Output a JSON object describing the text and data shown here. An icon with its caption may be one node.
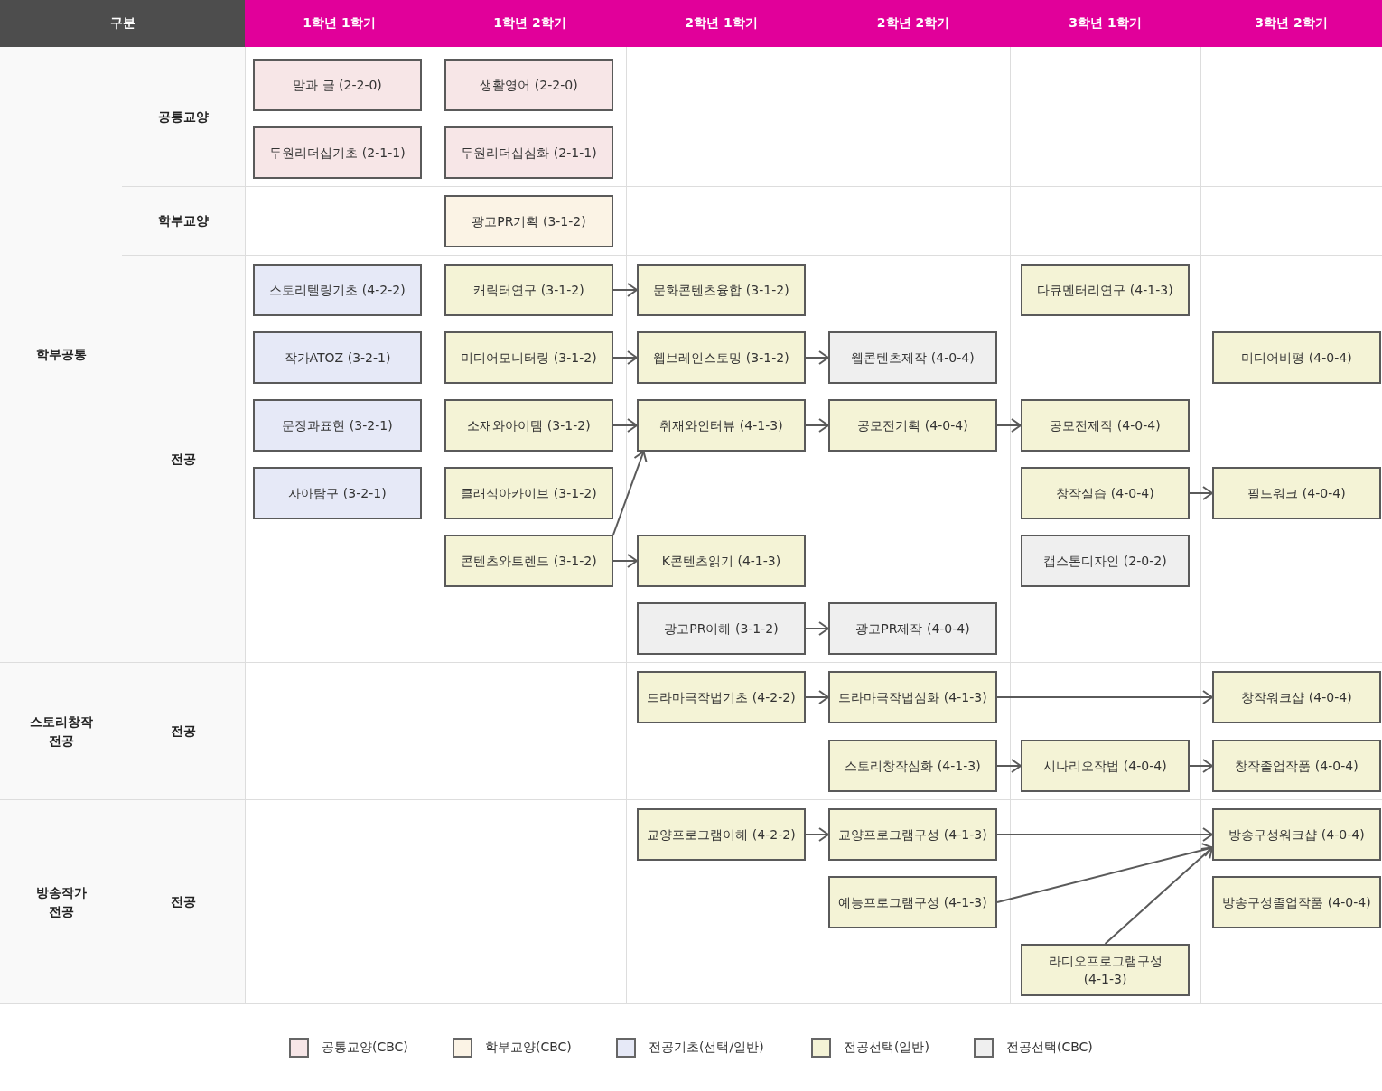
{
  "diagram": {
    "nodes": [
      {
        "text": [
          "말과 글 (2-2-0)"
        ]
      },
      {
        "text": [
          "생활영어 (2-2-0)"
        ]
      },
      {
        "text": [
          "두원리더십기초 (2-1-1)"
        ]
      },
      {
        "text": [
          "두원리더십심화 (2-1-1)"
        ]
      },
      {
        "text": [
          "광고PR기획 (3-1-2)"
        ]
      },
      {
        "text": [
          "스토리텔링기초 (4-2-2)"
        ]
      },
      {
        "text": [
          "캐릭터연구 (3-1-2)"
        ]
      },
      {
        "text": [
          "문화콘텐츠융합 (3-1-2)"
        ]
      },
      {
        "text": [
          "다큐멘터리연구 (4-1-3)"
        ]
      },
      {
        "text": [
          "작가ATOZ (3-2-1)"
        ]
      },
      {
        "text": [
          "미디어모니터링 (3-1-2)"
        ]
      },
      {
        "text": [
          "웹브레인스토밍 (3-1-2)"
        ]
      },
      {
        "text": [
          "웹콘텐츠제작 (4-0-4)"
        ]
      },
      {
        "text": [
          "미디어비평 (4-0-4)"
        ]
      },
      {
        "text": [
          "문장과표현 (3-2-1)"
        ]
      },
      {
        "text": [
          "소재와아이템 (3-1-2)"
        ]
      },
      {
        "text": [
          "취재와인터뷰 (4-1-3)"
        ]
      },
      {
        "text": [
          "공모전기획 (4-0-4)"
        ]
      },
      {
        "text": [
          "공모전제작 (4-0-4)"
        ]
      },
      {
        "text": [
          "자아탐구 (3-2-1)"
        ]
      },
      {
        "text": [
          "클래식아카이브 (3-1-2)"
        ]
      },
      {
        "text": [
          "창작실습 (4-0-4)"
        ]
      },
      {
        "text": [
          "필드워크 (4-0-4)"
        ]
      },
      {
        "text": [
          "콘텐츠와트렌드 (3-1-2)"
        ]
      },
      {
        "text": [
          "K콘텐츠읽기 (4-1-3)"
        ]
      },
      {
        "text": [
          "캡스톤디자인 (2-0-2)"
        ]
      },
      {
        "text": [
          "광고PR이해 (3-1-2)"
        ]
      },
      {
        "text": [
          "광고PR제작 (4-0-4)"
        ]
      },
      {
        "text": [
          "드라마극작법기초 (4-2-2)"
        ]
      },
      {
        "text": [
          "드라마극작법심화 (4-1-3)"
        ]
      },
      {
        "text": [
          "창작워크샵 (4-0-4)"
        ]
      },
      {
        "text": [
          "스토리창작심화 (4-1-3)"
        ]
      },
      {
        "text": [
          "시나리오작법 (4-0-4)"
        ]
      },
      {
        "text": [
          "창작졸업작품 (4-0-4)"
        ]
      },
      {
        "text": [
          "교양프로그램이해 (4-2-2)"
        ]
      },
      {
        "text": [
          "교양프로그램구성 (4-1-3)"
        ]
      },
      {
        "text": [
          "방송구성워크샵 (4-0-4)"
        ]
      },
      {
        "text": [
          "예능프로그램구성 (4-1-3)"
        ]
      },
      {
        "text": [
          "방송구성졸업작품 (4-0-4)"
        ]
      },
      {
        "text": [
          "라디오프로그램구성 (4-1-3)"
        ]
      }
    ],
    "edges": [
      {
        "from": 6,
        "to": 7,
        "arrow": "to"
      },
      {
        "from": 10,
        "to": 11,
        "arrow": "to"
      },
      {
        "from": 11,
        "to": 12,
        "arrow": "to"
      },
      {
        "from": 15,
        "to": 16,
        "arrow": "to"
      },
      {
        "from": 16,
        "to": 17,
        "arrow": "to"
      },
      {
        "from": 17,
        "to": 18,
        "arrow": "to"
      },
      {
        "from": 21,
        "to": 22,
        "arrow": "to"
      },
      {
        "from": 23,
        "to": 16,
        "arrow": "to"
      },
      {
        "from": 23,
        "to": 24,
        "arrow": "to"
      },
      {
        "from": 26,
        "to": 27,
        "arrow": "to"
      },
      {
        "from": 28,
        "to": 29,
        "arrow": "to"
      },
      {
        "from": 29,
        "to": 30,
        "arrow": "to"
      },
      {
        "from": 31,
        "to": 32,
        "arrow": "to"
      },
      {
        "from": 32,
        "to": 33,
        "arrow": "to"
      },
      {
        "from": 34,
        "to": 35,
        "arrow": "to"
      },
      {
        "from": 35,
        "to": 36,
        "arrow": "to"
      },
      {
        "from": 37,
        "to": 36,
        "arrow": "to"
      },
      {
        "from": 39,
        "to": 36,
        "arrow": "to"
      }
    ],
    "labels": [
      "구분",
      "1학년 1학기",
      "1학년 2학기",
      "2학년 1학기",
      "2학년 2학기",
      "3학년 1학기",
      "3학년 2학기",
      "학부공통",
      "공통교양",
      "학부교양",
      "전공",
      "스토리창작 전공",
      "전공",
      "방송작가 전공",
      "전공"
    ],
    "legend": [
      {
        "text": "공통교양(CBC)",
        "color": "#f7e6e7"
      },
      {
        "text": "학부교양(CBC)",
        "color": "#fbf3e5"
      },
      {
        "text": "전공기초(선택/일반)",
        "color": "#e6e9f7"
      },
      {
        "text": "전공선택(일반)",
        "color": "#f4f3d6"
      },
      {
        "text": "전공선택(CBC)",
        "color": "#efefef"
      }
    ]
  }
}
